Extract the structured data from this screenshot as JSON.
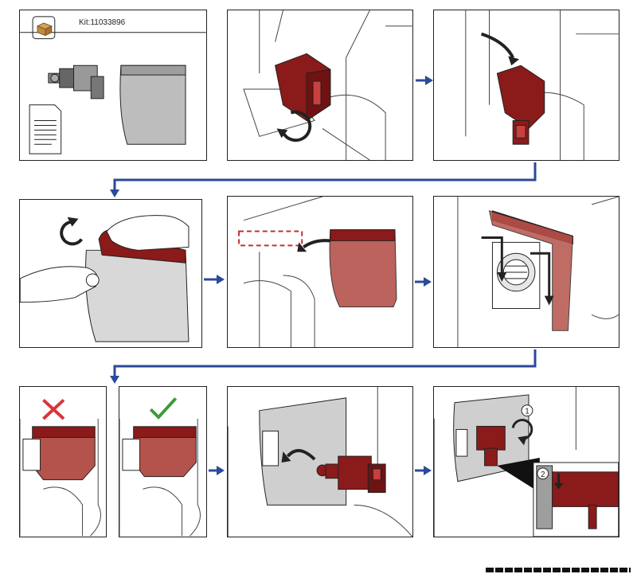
{
  "kit": {
    "label": "Kit:11033896",
    "icon": "box-icon"
  },
  "colors": {
    "part_red": "#8b1a1a",
    "tape_red": "#a8453f",
    "arrow_blue": "#2a4a9a",
    "cross_red": "#d9343a",
    "check_green": "#3f9a3a",
    "gray_tape": "#bdbdbd"
  },
  "steps": [
    {
      "id": 1,
      "icon": "kit-contents"
    },
    {
      "id": 2,
      "icon": "rotate-part-counterclockwise"
    },
    {
      "id": 3,
      "icon": "remove-part"
    },
    {
      "id": 4,
      "icon": "peel-tape-backing"
    },
    {
      "id": 5,
      "icon": "apply-tape"
    },
    {
      "id": 6,
      "icon": "press-tape-down"
    },
    {
      "id": 7,
      "icon": "wrong-vs-correct-placement"
    },
    {
      "id": 8,
      "icon": "insert-new-part"
    },
    {
      "id": 9,
      "icon": "rotate-and-lock-part"
    }
  ],
  "callouts": {
    "step9_first": "1",
    "step9_second": "2"
  }
}
